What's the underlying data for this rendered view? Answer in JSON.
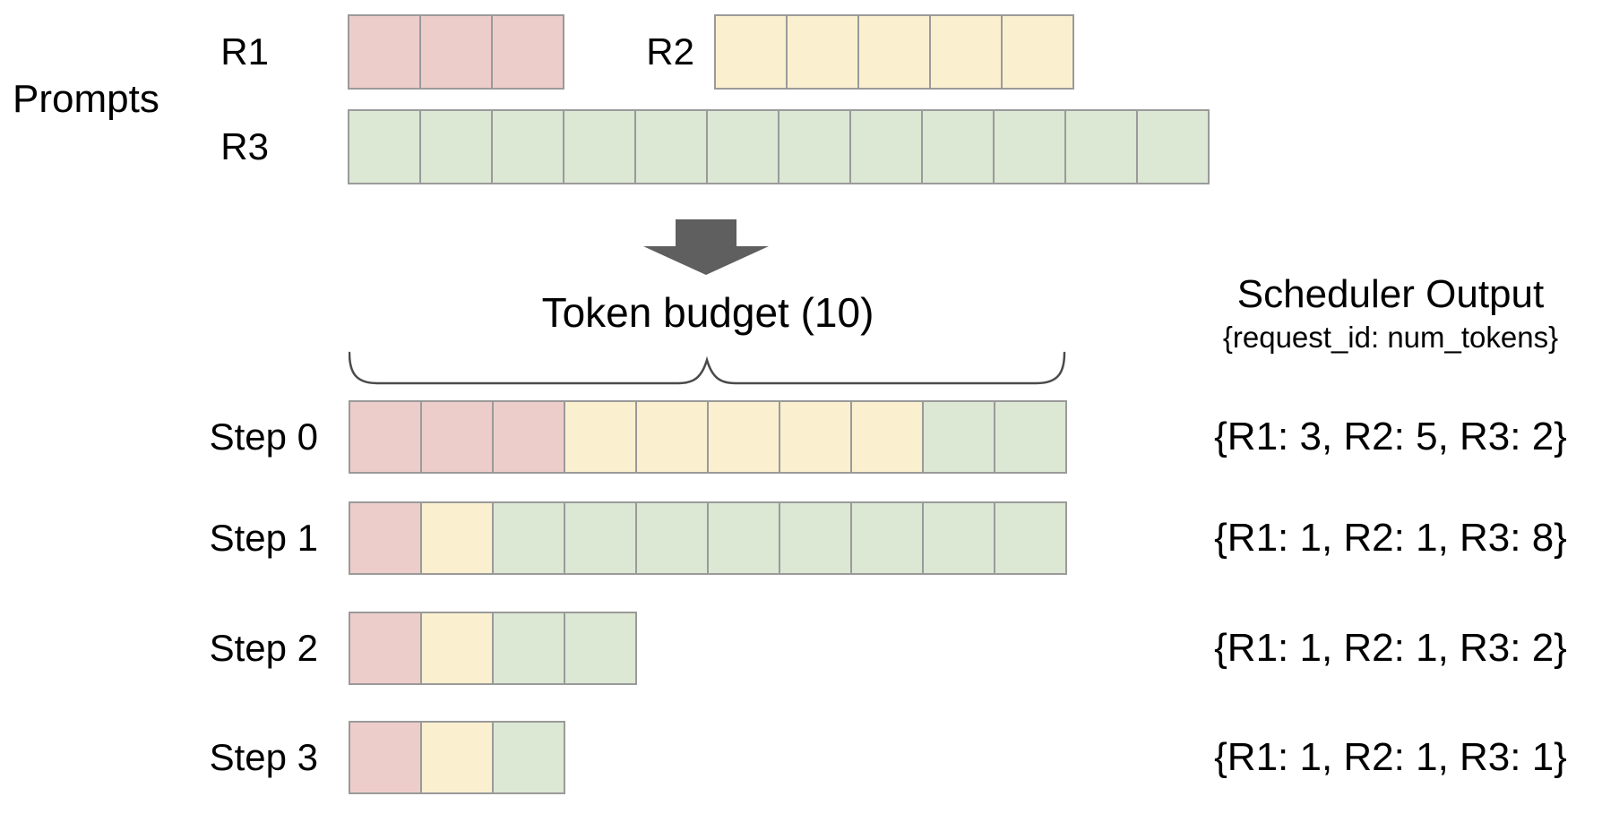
{
  "prompts": {
    "section_label": "Prompts",
    "rows": [
      {
        "label": "R1",
        "segments": [
          {
            "request": "R1",
            "tokens": 3
          }
        ]
      },
      {
        "label": "R2",
        "segments": [
          {
            "request": "R2",
            "tokens": 5
          }
        ]
      },
      {
        "label": "R3",
        "segments": [
          {
            "request": "R3",
            "tokens": 12
          }
        ]
      }
    ]
  },
  "token_budget": {
    "label": "Token budget (10)",
    "value": 10
  },
  "scheduler": {
    "title": "Scheduler Output",
    "subtitle": "{request_id: num_tokens}",
    "steps": [
      {
        "label": "Step 0",
        "segments": [
          {
            "request": "R1",
            "tokens": 3
          },
          {
            "request": "R2",
            "tokens": 5
          },
          {
            "request": "R3",
            "tokens": 2
          }
        ],
        "output": "{R1: 3, R2: 5, R3: 2}"
      },
      {
        "label": "Step 1",
        "segments": [
          {
            "request": "R1",
            "tokens": 1
          },
          {
            "request": "R2",
            "tokens": 1
          },
          {
            "request": "R3",
            "tokens": 8
          }
        ],
        "output": "{R1: 1, R2: 1, R3: 8}"
      },
      {
        "label": "Step 2",
        "segments": [
          {
            "request": "R1",
            "tokens": 1
          },
          {
            "request": "R2",
            "tokens": 1
          },
          {
            "request": "R3",
            "tokens": 2
          }
        ],
        "output": "{R1: 1, R2: 1, R3: 2}"
      },
      {
        "label": "Step 3",
        "segments": [
          {
            "request": "R1",
            "tokens": 1
          },
          {
            "request": "R2",
            "tokens": 1
          },
          {
            "request": "R3",
            "tokens": 1
          }
        ],
        "output": "{R1: 1, R2: 1, R3: 1}"
      }
    ]
  },
  "cell_colors": {
    "R1": "#edcdca",
    "R2": "#faf0d0",
    "R3": "#dce7d4"
  },
  "ui_colors": {
    "cell_border": "#9a9a9a",
    "arrow": "#5f5f5f",
    "brace": "#4a4a4a",
    "text": "#000000"
  }
}
